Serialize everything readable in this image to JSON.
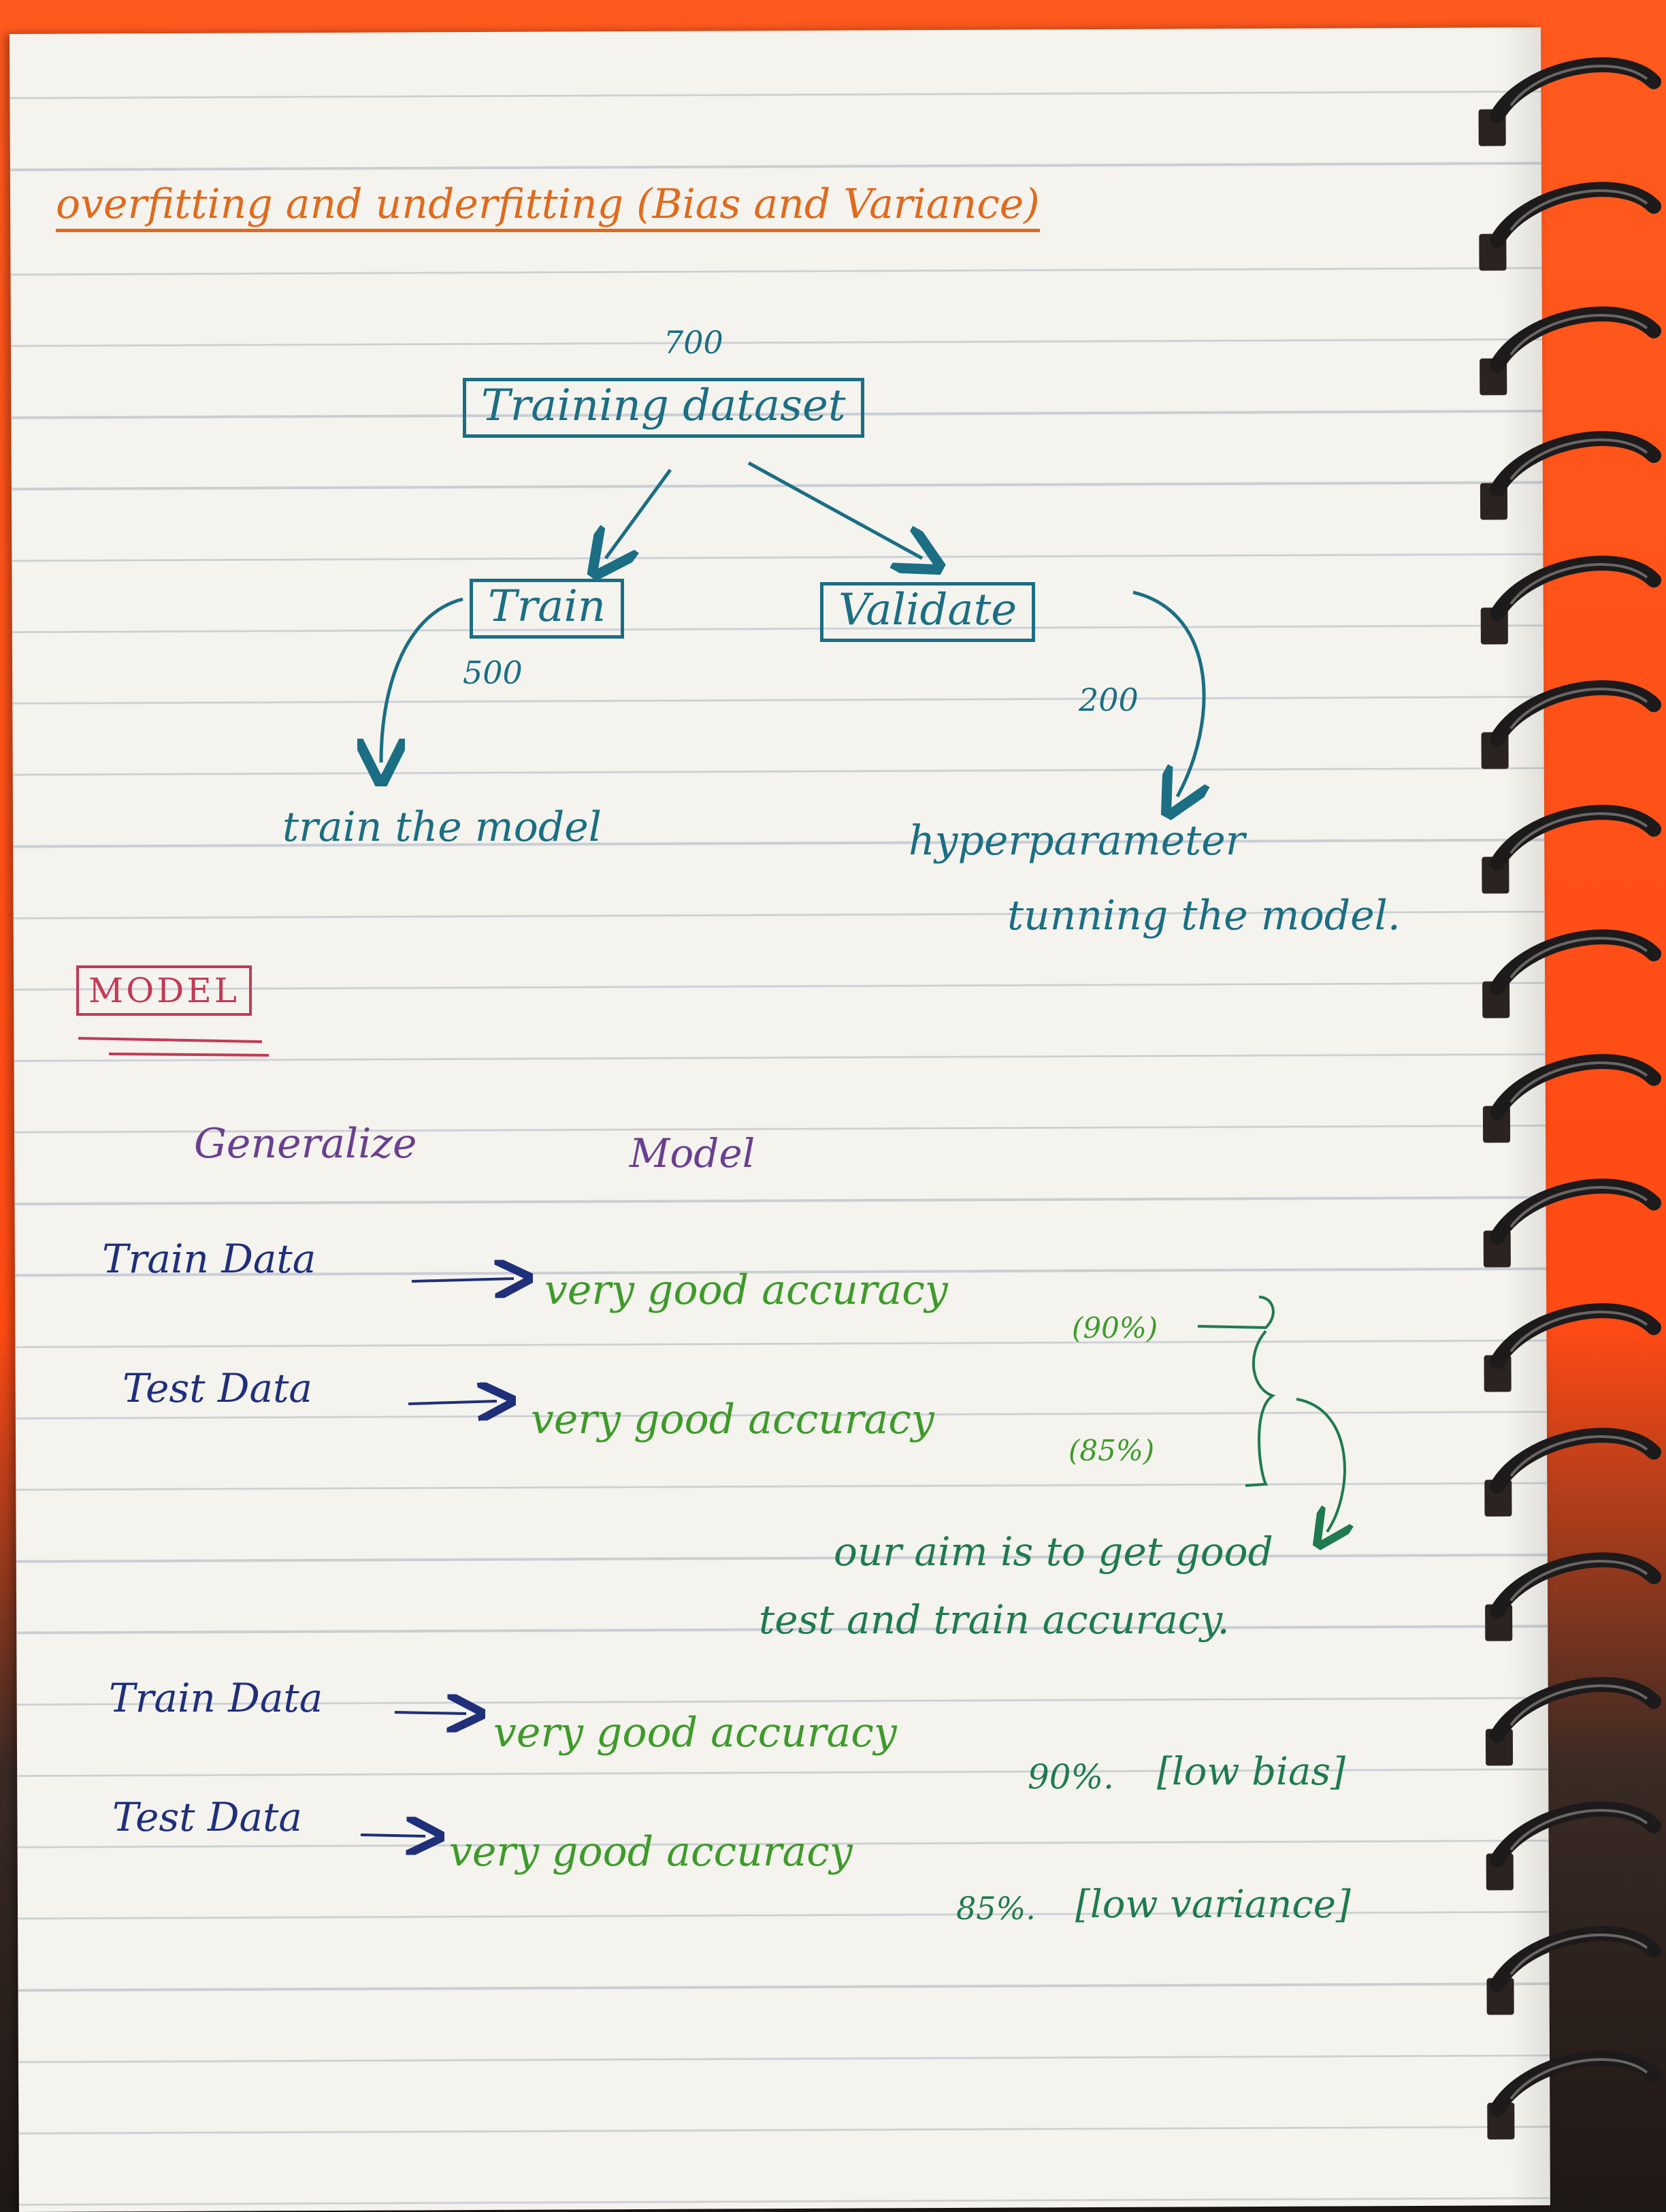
{
  "title": "overfitting and underfitting (Bias and Variance)",
  "diagram": {
    "root_count": "700",
    "root_label": "Training dataset",
    "train_label": "Train",
    "train_count": "500",
    "validate_label": "Validate",
    "validate_count": "200",
    "train_note": "train the model",
    "validate_note_line1": "hyperparameter",
    "validate_note_line2": "tunning the model."
  },
  "model_box": "MODEL",
  "generalize": {
    "left": "Generalize",
    "right": "Model"
  },
  "block1": {
    "train_label": "Train Data",
    "train_result": "very good accuracy",
    "train_pct": "(90%)",
    "test_label": "Test Data",
    "test_result": "very good accuracy",
    "test_pct": "(85%)",
    "aim_line1": "our aim is to get good",
    "aim_line2": "test and train accuracy."
  },
  "block2": {
    "train_label": "Train Data",
    "train_result": "very good accuracy",
    "train_pct": "90%.",
    "train_tag": "[low bias]",
    "test_label": "Test Data",
    "test_result": "very good accuracy",
    "test_pct": "85%.",
    "test_tag": "[low variance]"
  },
  "colors": {
    "title": "#e06a1d",
    "diagram": "#1b6e83",
    "labels": "#1f2f7a",
    "results": "#3e9a2a",
    "model": "#c23a55"
  }
}
